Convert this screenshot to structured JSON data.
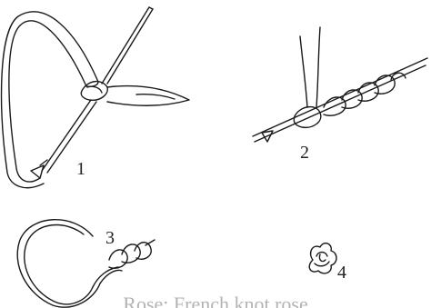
{
  "steps": [
    {
      "number": "1"
    },
    {
      "number": "2"
    },
    {
      "number": "3"
    },
    {
      "number": "4"
    }
  ],
  "caption": "Rose: French knot rose",
  "colors": {
    "line": "#1a1a1a",
    "caption": "#b3b3b3"
  }
}
